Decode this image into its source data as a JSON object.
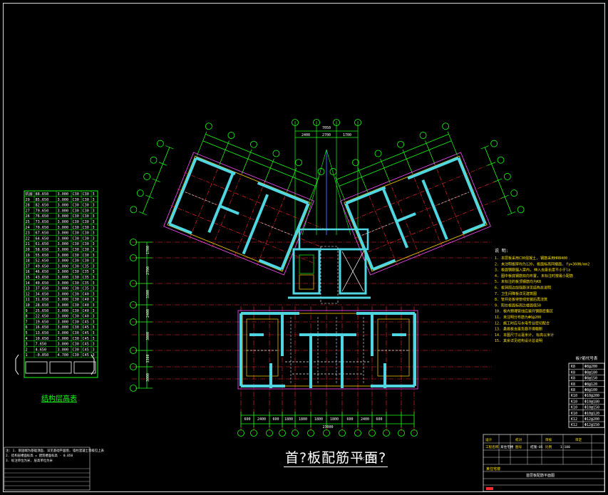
{
  "drawing": {
    "title": "首?板配筋平面?",
    "scale": "1:100",
    "legend_caption": "结构层高表"
  },
  "dimensions": {
    "top_center": [
      "2400",
      "2700",
      "1700"
    ],
    "top_overall": "7050",
    "bottom_segments": [
      "600",
      "2400",
      "600",
      "1800",
      "1800",
      "1800",
      "1800",
      "600",
      "2400",
      "600"
    ],
    "bottom_overall": "23000",
    "left_segments": [
      "1700",
      "2700",
      "3300",
      "2400",
      "3000",
      "3300",
      "3000"
    ]
  },
  "level_table": {
    "rows": [
      [
        "机房",
        "88.650",
        "3.000",
        "C30",
        "C30",
        "3"
      ],
      [
        "29",
        "85.650",
        "3.000",
        "C30",
        "C30",
        "3"
      ],
      [
        "28",
        "82.650",
        "3.000",
        "C30",
        "C30",
        "3"
      ],
      [
        "27",
        "79.650",
        "3.000",
        "C30",
        "C30",
        "3"
      ],
      [
        "26",
        "76.650",
        "3.000",
        "C30",
        "C30",
        "3"
      ],
      [
        "25",
        "73.650",
        "3.000",
        "C30",
        "C30",
        "3"
      ],
      [
        "24",
        "70.650",
        "3.000",
        "C30",
        "C30",
        "3"
      ],
      [
        "23",
        "67.650",
        "3.000",
        "C30",
        "C30",
        "3"
      ],
      [
        "22",
        "64.650",
        "3.000",
        "C30",
        "C30",
        "3"
      ],
      [
        "21",
        "61.650",
        "3.000",
        "C30",
        "C30",
        "3"
      ],
      [
        "20",
        "58.650",
        "3.000",
        "C30",
        "C30",
        "3"
      ],
      [
        "19",
        "55.650",
        "3.000",
        "C30",
        "C30",
        "3"
      ],
      [
        "18",
        "52.650",
        "3.000",
        "C30",
        "C30",
        "3"
      ],
      [
        "17",
        "49.650",
        "3.000",
        "C30",
        "C35",
        "3"
      ],
      [
        "16",
        "46.650",
        "3.000",
        "C30",
        "C35",
        "3"
      ],
      [
        "15",
        "43.650",
        "3.000",
        "C30",
        "C35",
        "3"
      ],
      [
        "14",
        "40.650",
        "3.000",
        "C30",
        "C35",
        "3"
      ],
      [
        "13",
        "37.650",
        "3.000",
        "C30",
        "C35",
        "3"
      ],
      [
        "12",
        "34.650",
        "3.000",
        "C30",
        "C40",
        "3"
      ],
      [
        "11",
        "31.650",
        "3.000",
        "C30",
        "C40",
        "3"
      ],
      [
        "10",
        "28.650",
        "3.000",
        "C30",
        "C40",
        "3"
      ],
      [
        "9",
        "25.650",
        "3.000",
        "C30",
        "C40",
        "3"
      ],
      [
        "8",
        "22.650",
        "3.000",
        "C30",
        "C40",
        "3"
      ],
      [
        "7",
        "19.650",
        "3.000",
        "C30",
        "C45",
        "3"
      ],
      [
        "6",
        "16.650",
        "3.000",
        "C30",
        "C45",
        "3"
      ],
      [
        "5",
        "13.650",
        "3.000",
        "C30",
        "C45",
        "3"
      ],
      [
        "4",
        "10.650",
        "3.000",
        "C30",
        "C45",
        "3"
      ],
      [
        "3",
        "7.650",
        "3.000",
        "C30",
        "C45",
        "3"
      ],
      [
        "2",
        "4.650",
        "3.000",
        "C30",
        "C45",
        "3"
      ],
      [
        "1",
        "-0.050",
        "4.700",
        "C30",
        "C45",
        "3"
      ]
    ]
  },
  "rebar_table": {
    "title": "板?筋代号表",
    "rows": [
      [
        "K8",
        "Φ8@200"
      ],
      [
        "K8",
        "Φ8@180"
      ],
      [
        "K8",
        "Φ8@150"
      ],
      [
        "K8",
        "Φ8@120"
      ],
      [
        "K8",
        "Φ8@100"
      ],
      [
        "K10",
        "Φ10@200"
      ],
      [
        "K10",
        "Φ10@180"
      ],
      [
        "K10",
        "Φ10@150"
      ],
      [
        "K10",
        "Φ10@120"
      ],
      [
        "K12",
        "Φ12@200"
      ],
      [
        "K12",
        "Φ12@150"
      ]
    ]
  },
  "notes": {
    "heading": "说 明:",
    "lines": [
      "1. 本层板采用C30混凝土, 钢筋采用HRB400",
      "2. 未注明板厚均为120, 板面标高同楼面, fy=360N/mm2",
      "3. 板面钢筋锚入梁内, 伸入支座长度不小于la",
      "4. 图中板底钢筋双向布置, 未标注时按最小配筋",
      "5. 未标注的板顶钢筋均为K8",
      "6. 板洞周边加强筋详见结构总说明",
      "7. 卫生间降板详见建筑图",
      "8. 管井处板待管线安装后再浇筑",
      "9. 阳台板面标高比楼面低50",
      "10. 板内预埋管线应避开钢筋密集区",
      "11. 未注明分布筋为Φ6@200",
      "12. 施工时应与水电专业密切配合",
      "13. 悬挑板支座负筋不得截断",
      "14. 本图尺寸以毫米计, 标高以米计",
      "15. 其余详见结构设计总说明"
    ]
  },
  "bottom_left_notes": [
    "注: 1. 嵌固端为基础顶面, 详见基础平面图, 墙柱混凝土等级见上表",
    "    2. 结构层楼面标高 = 建筑楼面标高 - 0.050",
    "    3. 标注单位为米, 层高单位为米"
  ],
  "title_block": {
    "project": "某住宅楼",
    "drawing_name": "首层板配筋平面图",
    "labels": [
      "设计",
      "校对",
      "审核",
      "审定",
      "工程名称",
      "图号",
      "比例"
    ],
    "values": [
      "",
      "",
      "",
      "",
      "某住宅楼",
      "结施-05",
      "1:100"
    ]
  },
  "colors": {
    "background": "#000000",
    "walls": "#4fd6e0",
    "axis_lines": "#ff2a2a",
    "dimension": "#19ff19",
    "beams": "#ffd200",
    "slab_edge": "#ff4dff",
    "notes_text": "#ffe400",
    "frame": "#d8d8d8"
  }
}
